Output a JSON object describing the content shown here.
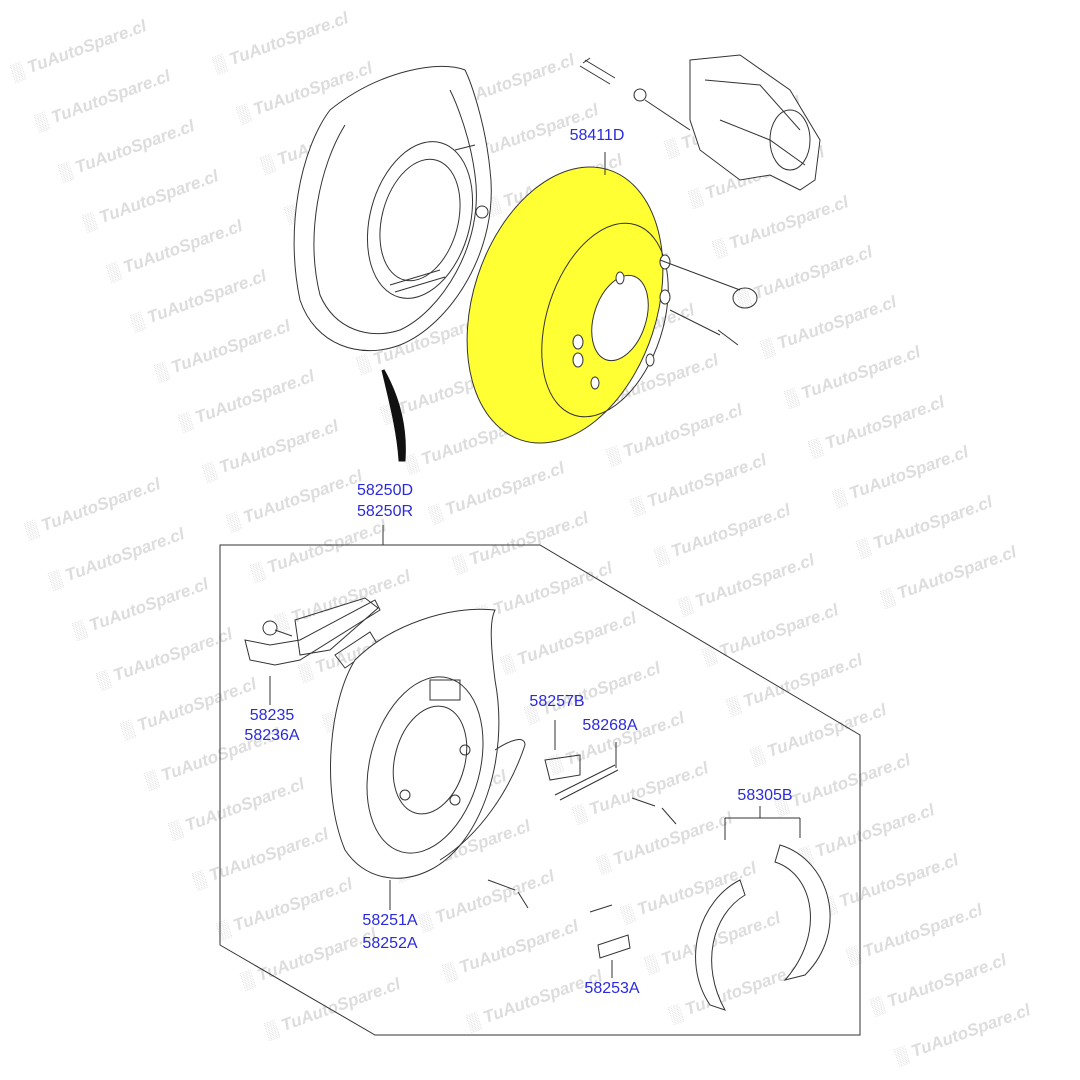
{
  "watermark": "TuAutoSpare.cl",
  "colors": {
    "label": "#2a2ae0",
    "disc": "#ffff33",
    "line": "#333333"
  },
  "labels": {
    "disc": "58411D",
    "assembly_d": "58250D",
    "assembly_r": "58250R",
    "bracket_a": "58235",
    "bracket_b": "58236A",
    "adjuster": "58257B",
    "spring": "58268A",
    "shoe": "58305B",
    "plate_a": "58251A",
    "plate_b": "58252A",
    "adjuster_screw": "58253A"
  }
}
